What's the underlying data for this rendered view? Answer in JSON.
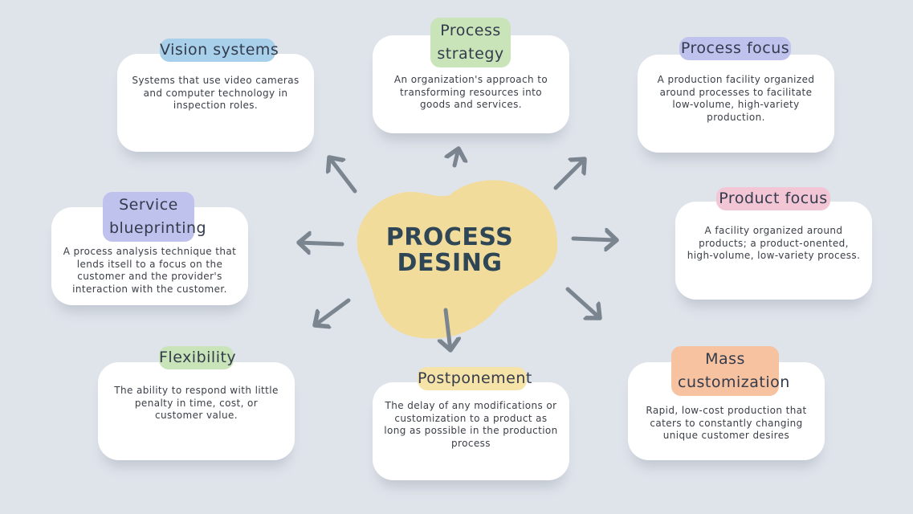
{
  "center": {
    "line1": "PROCESS",
    "line2": "DESING"
  },
  "nodes": {
    "vision": {
      "title": "Vision systems",
      "desc": "Systems that use video cameras and computer technology in inspection roles."
    },
    "strategy": {
      "title_line1": "Process",
      "title_line2": "strategy",
      "desc": "An organization's approach to transforming resources into goods and services."
    },
    "focus": {
      "title": "Process focus",
      "desc": "A production facility organized around processes to facilitate low-volume, high-variety production."
    },
    "service": {
      "title_line1": "Service",
      "title_line2": "blueprinting",
      "desc": "A process analysis technique that lends itsell to a focus on the customer and the provider's interaction with the customer."
    },
    "product": {
      "title": "Product focus",
      "desc": "A facility organized around products; a product-onented, high-volume, low-variety process."
    },
    "flexibility": {
      "title": "Flexibility",
      "desc": "The ability to respond with little penalty in time, cost, or customer value."
    },
    "postponement": {
      "title": "Postponement",
      "desc": "The delay of any modifications or customization to a product as long as possible in the production process"
    },
    "mass": {
      "title_line1": "Mass",
      "title_line2": "customization",
      "desc": "Rapid, low-cost production that caters to constantly changing unique customer desires"
    }
  },
  "colors": {
    "background": "#dfe3ea",
    "blob": "#f2dc9b",
    "arrow": "#7b8590",
    "tag_blue": "#a8d0ea",
    "tag_green": "#c9e4b8",
    "tag_lavender": "#c0c2ee",
    "tag_pink": "#f3c6d6",
    "tag_peach": "#f6c29f",
    "tag_yellow": "#f6e3a8"
  }
}
